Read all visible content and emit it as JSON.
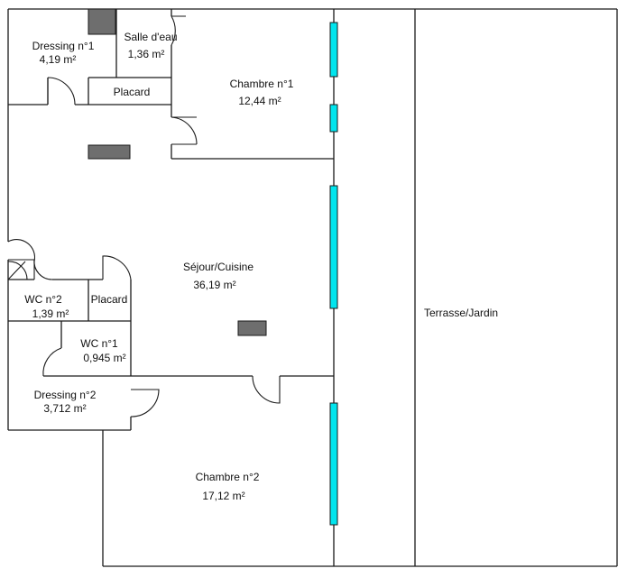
{
  "colors": {
    "wall": "#1a1a1a",
    "window": "#00e5ee",
    "fixture": "#6e6e6e",
    "background": "#ffffff"
  },
  "rooms": {
    "dressing1": {
      "name": "Dressing n°1",
      "area": "4,19  m²"
    },
    "salle_eau": {
      "name": "Salle d'eau",
      "area": "1,36  m²"
    },
    "placard_top": {
      "name": "Placard"
    },
    "chambre1": {
      "name": "Chambre n°1",
      "area": "12,44  m²"
    },
    "sejour": {
      "name": "Séjour/Cuisine",
      "area": "36,19  m²"
    },
    "wc2": {
      "name": "WC n°2",
      "area": "1,39  m²"
    },
    "placard_mid": {
      "name": "Placard"
    },
    "wc1": {
      "name": "WC n°1",
      "area": "0,945  m²"
    },
    "dressing2": {
      "name": "Dressing n°2",
      "area": "3,712  m²"
    },
    "chambre2": {
      "name": "Chambre n°2",
      "area": "17,12  m²"
    },
    "terrasse": {
      "name": "Terrasse/Jardin"
    }
  }
}
